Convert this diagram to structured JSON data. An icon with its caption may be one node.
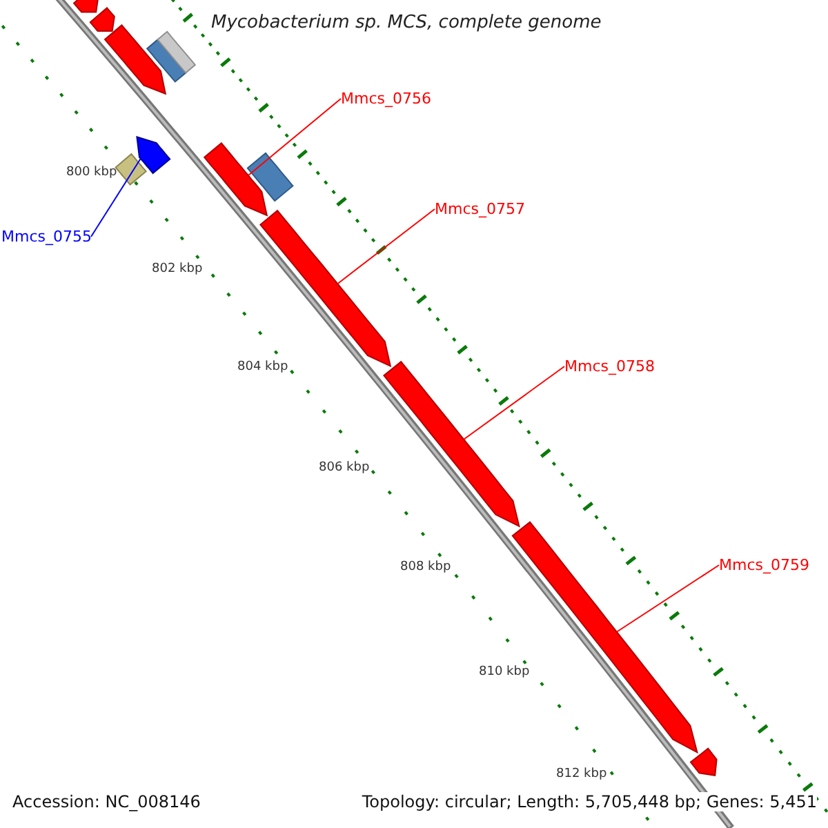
{
  "diagram": {
    "title": "Mycobacterium sp. MCS, complete genome",
    "nodes": [
      {
        "text": [
          "Mmcs_0756"
        ]
      },
      {
        "text": [
          "Mmcs_0755"
        ]
      },
      {
        "text": [
          "Mmcs_0757"
        ]
      },
      {
        "text": [
          "Mmcs_0758"
        ]
      },
      {
        "text": [
          "Mmcs_0759"
        ]
      },
      {
        "text": [],
        "shape": "arrow"
      },
      {
        "text": [],
        "shape": "arrow"
      },
      {
        "text": [],
        "shape": "box"
      },
      {
        "text": [],
        "shape": "box"
      },
      {
        "text": [],
        "shape": "arrow"
      },
      {
        "text": [],
        "shape": "box"
      },
      {
        "text": [],
        "shape": "arrow"
      },
      {
        "text": [],
        "shape": "arrow"
      },
      {
        "text": [],
        "shape": "box"
      },
      {
        "text": [],
        "shape": "arrow"
      },
      {
        "text": [],
        "shape": "arrow"
      },
      {
        "text": [],
        "shape": "arrow"
      },
      {
        "text": [],
        "shape": "arrow"
      }
    ],
    "edges": [
      {
        "from": 0,
        "to": 12,
        "arrow": "none"
      },
      {
        "from": 1,
        "to": 11,
        "arrow": "none",
        "color": "#0000ff"
      },
      {
        "from": 2,
        "to": 14,
        "arrow": "none"
      },
      {
        "from": 3,
        "to": 15,
        "arrow": "none"
      },
      {
        "from": 4,
        "to": 16,
        "arrow": "none"
      }
    ],
    "labels": [
      "800 kbp",
      "802 kbp",
      "804 kbp",
      "806 kbp",
      "808 kbp",
      "810 kbp",
      "812 kbp",
      "Accession: NC_008146",
      "Topology: circular; Length: 5,705,448 bp; Genes: 5,451"
    ]
  }
}
